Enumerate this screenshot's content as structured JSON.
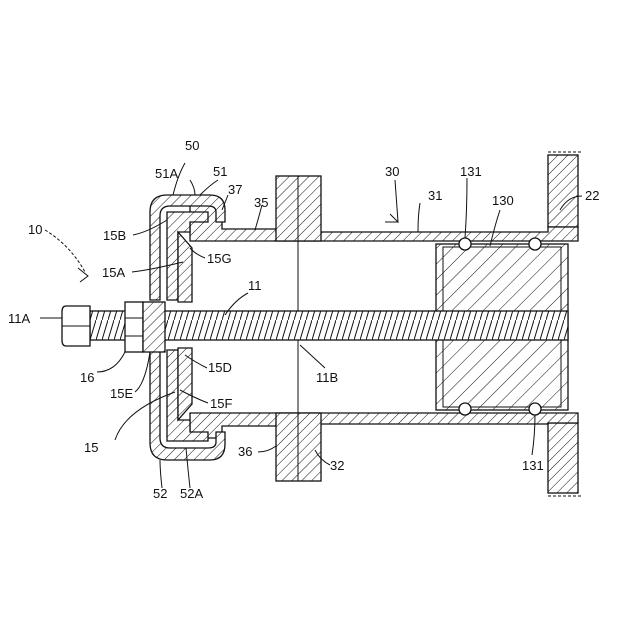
{
  "labels": {
    "l10": "10",
    "l11": "11",
    "l11A": "11A",
    "l11B": "11B",
    "l15": "15",
    "l15A": "15A",
    "l15B": "15B",
    "l15D": "15D",
    "l15E": "15E",
    "l15F": "15F",
    "l15G": "15G",
    "l16": "16",
    "l22": "22",
    "l30": "30",
    "l31": "31",
    "l32": "32",
    "l35": "35",
    "l36": "36",
    "l37": "37",
    "l50": "50",
    "l51": "51",
    "l51A": "51A",
    "l52": "52",
    "l52A": "52A",
    "l130": "130",
    "l131a": "131",
    "l131b": "131"
  }
}
